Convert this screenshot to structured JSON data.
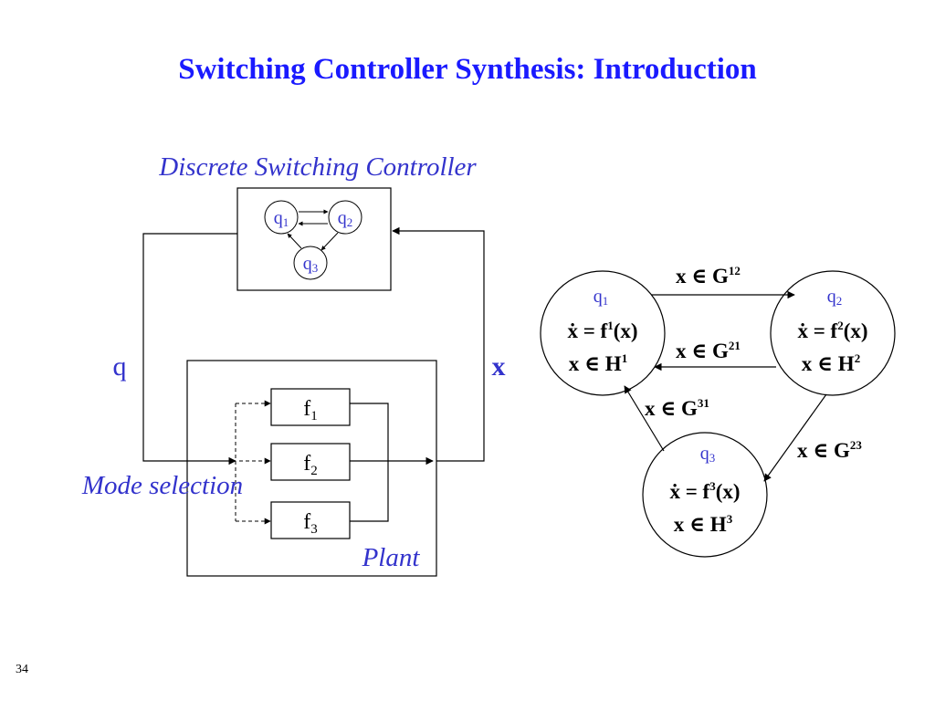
{
  "title": "Switching Controller Synthesis: Introduction",
  "page_number": "34",
  "left_diagram": {
    "controller_label": "Discrete Switching Controller",
    "mode_selection_label": "Mode selection",
    "plant_label": "Plant",
    "q_label": "q",
    "x_label": "x",
    "mini_states": [
      {
        "base": "q",
        "sub": "1"
      },
      {
        "base": "q",
        "sub": "2"
      },
      {
        "base": "q",
        "sub": "3"
      }
    ],
    "plant_blocks": [
      {
        "base": "f",
        "sub": "1"
      },
      {
        "base": "f",
        "sub": "2"
      },
      {
        "base": "f",
        "sub": "3"
      }
    ]
  },
  "right_diagram": {
    "states": [
      {
        "name_base": "q",
        "name_sub": "1",
        "dyn": "ẋ = f",
        "dyn_sub": "1",
        "dyn_arg": "(x)",
        "inv": "x ∈ H",
        "inv_sub": "1"
      },
      {
        "name_base": "q",
        "name_sub": "2",
        "dyn": "ẋ = f",
        "dyn_sub": "2",
        "dyn_arg": "(x)",
        "inv": "x ∈ H",
        "inv_sub": "2"
      },
      {
        "name_base": "q",
        "name_sub": "3",
        "dyn": "ẋ = f",
        "dyn_sub": "3",
        "dyn_arg": "(x)",
        "inv": "x ∈ H",
        "inv_sub": "3"
      }
    ],
    "guards": [
      {
        "text": "x ∈ G",
        "sub": "12"
      },
      {
        "text": "x ∈ G",
        "sub": "21"
      },
      {
        "text": "x ∈ G",
        "sub": "31"
      },
      {
        "text": "x ∈ G",
        "sub": "23"
      }
    ]
  }
}
